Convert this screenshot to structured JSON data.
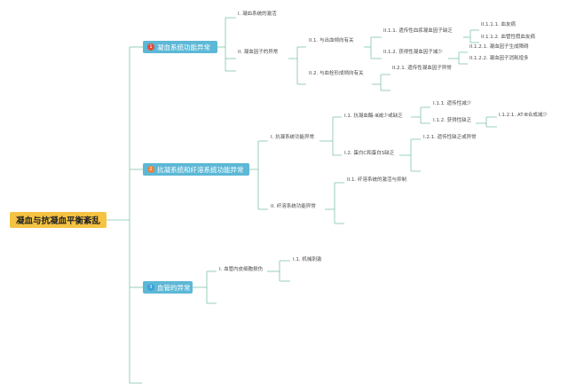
{
  "root": "凝血与抗凝血平衡紊乱",
  "colors": {
    "root": "#f5c342",
    "branch": "#5cb8d6",
    "line": "#7fc4a9",
    "badge1": "#e04b3b",
    "badge2": "#e8833a",
    "badge3": "#3aa0d8"
  },
  "branches": [
    {
      "badge": "1",
      "label": "凝血系统功能异常",
      "children": [
        {
          "label": "I. 凝血系统的激活"
        },
        {
          "label": "II. 凝血因子的异常",
          "children": [
            {
              "label": "II.1. 与出血倾向有关",
              "children": [
                {
                  "label": "II.1.1. 遗传性血浆凝血因子缺乏",
                  "children": [
                    "II.1.1.1. 血友病",
                    "II.1.1.2. 血管性假血友病"
                  ]
                },
                {
                  "label": "II.1.2. 获得性凝血因子减少",
                  "children": [
                    "II.1.2.1. 凝血因子生成障碍",
                    "II.1.2.2. 凝血因子消耗增多"
                  ]
                }
              ]
            },
            {
              "label": "II.2. 与血栓形成倾向有关",
              "children": [
                {
                  "label": "II.2.1. 遗传性凝血因子异常"
                }
              ]
            }
          ]
        }
      ]
    },
    {
      "badge": "2",
      "label": "抗凝系统和纤溶系统功能异常",
      "children": [
        {
          "label": "I. 抗凝系统功能异常",
          "children": [
            {
              "label": "I.1. 抗凝血酶-Ⅲ减少或缺乏",
              "children": [
                {
                  "label": "I.1.1. 遗传性减少"
                },
                {
                  "label": "I.1.2. 获得性缺乏",
                  "children": [
                    "I.1.2.1. AT-Ⅲ合成减少"
                  ]
                }
              ]
            },
            {
              "label": "I.2. 蛋白C和蛋白S缺乏",
              "children": [
                {
                  "label": "I.2.1. 遗传性缺乏或异常"
                }
              ]
            }
          ]
        },
        {
          "label": "II. 纤溶系统功能异常",
          "children": [
            {
              "label": "II.1. 纤溶系统的激活与抑制"
            }
          ]
        }
      ]
    },
    {
      "badge": "3",
      "label": "血管的异常",
      "children": [
        {
          "label": "I. 血管内皮细胞损伤",
          "children": [
            {
              "label": "I.1. 机械刺激"
            }
          ]
        }
      ]
    }
  ]
}
